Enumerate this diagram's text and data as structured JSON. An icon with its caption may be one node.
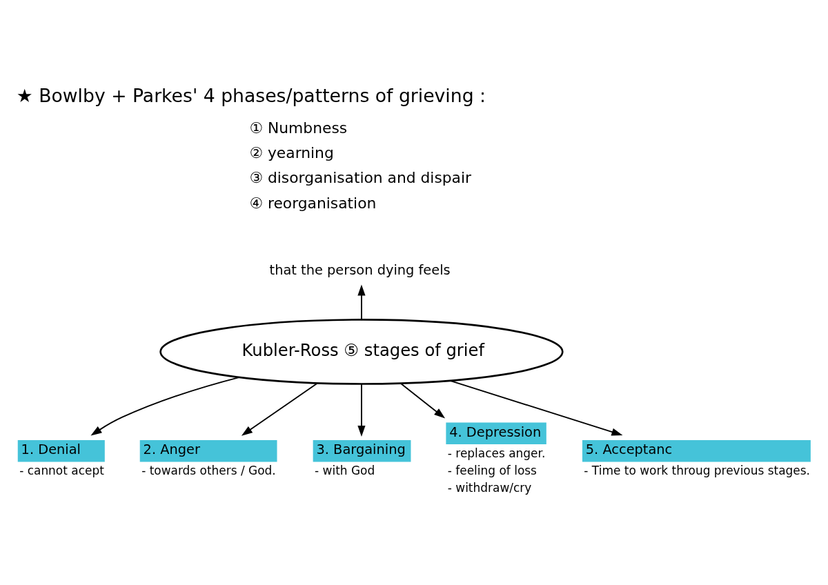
{
  "diagram": {
    "title": "★ Bowlby + Parkes' 4 phases/patterns of grieving :",
    "nodes": [
      {
        "text": [
          "that the person dying feels"
        ]
      },
      {
        "text": [
          "Kubler-Ross ⑤ stages of grief"
        ]
      },
      {
        "text": [
          "1. Denial"
        ],
        "beside": [
          "- cannot acept"
        ]
      },
      {
        "text": [
          "2. Anger"
        ],
        "beside": [
          "- towards others / God."
        ]
      },
      {
        "text": [
          "3. Bargaining"
        ],
        "beside": [
          "- with God"
        ]
      },
      {
        "text": [
          "4. Depression"
        ],
        "beside": [
          "- replaces anger.",
          "- feeling of loss",
          "- withdraw/cry"
        ]
      },
      {
        "text": [
          "5. Acceptanc"
        ],
        "beside": [
          "- Time to work throug previous stages."
        ]
      }
    ],
    "edges": [
      {
        "from": 1,
        "to": 0,
        "arrow": "to"
      },
      {
        "from": 1,
        "to": 2,
        "arrow": "to"
      },
      {
        "from": 1,
        "to": 3,
        "arrow": "to"
      },
      {
        "from": 1,
        "to": 4,
        "arrow": "to"
      },
      {
        "from": 1,
        "to": 5,
        "arrow": "to"
      },
      {
        "from": 1,
        "to": 6,
        "arrow": "to"
      }
    ],
    "labels": [
      "① Numbness",
      "② yearning",
      "③ disorganisation and dispair",
      "④ reorganisation"
    ]
  }
}
